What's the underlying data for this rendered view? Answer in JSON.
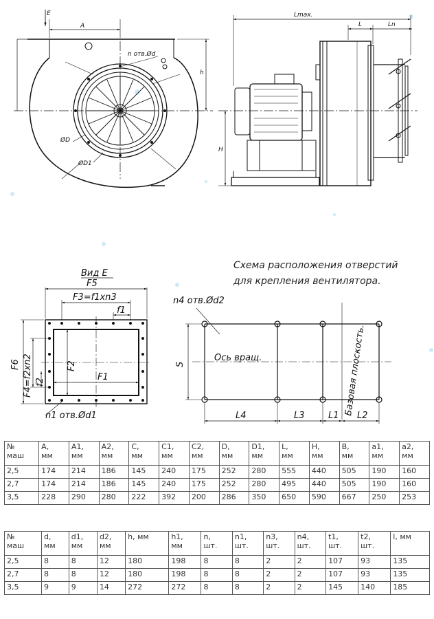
{
  "front_view": {
    "label_E": "E",
    "label_A": "A",
    "label_holes": "n отв.Ød",
    "label_h": "h",
    "label_D": "ØD",
    "label_D1": "ØD1"
  },
  "side_view": {
    "label_Lmax": "Lmax.",
    "label_L": "L",
    "label_Ln": "Ln",
    "label_H": "H"
  },
  "view_e": {
    "title": "Вид E",
    "label_F5": "F5",
    "label_F3": "F3=f1xn3",
    "label_f1": "f1",
    "label_F6": "F6",
    "label_F4": "F4=f2xn2",
    "label_f2": "f2",
    "label_F2": "F2",
    "label_F1": "F1",
    "label_n1": "n1 отв.Ød1"
  },
  "mount_scheme": {
    "caption_line1": "Схема расположения отверстий",
    "caption_line2": "для крепления вентилятора.",
    "label_n4": "n4 отв.Ød2",
    "label_axis": "Ось вращ.",
    "label_base": "Базовая плоскость.",
    "label_S": "S",
    "label_L4": "L4",
    "label_L3": "L3",
    "label_L1": "L1",
    "label_L2": "L2"
  },
  "table1": {
    "headers": [
      [
        "№",
        "маш"
      ],
      [
        "A,",
        "мм"
      ],
      [
        "A1,",
        "мм"
      ],
      [
        "A2,",
        "мм"
      ],
      [
        "C,",
        "мм"
      ],
      [
        "C1,",
        "мм"
      ],
      [
        "C2,",
        "мм"
      ],
      [
        "D,",
        "мм"
      ],
      [
        "D1,",
        "мм"
      ],
      [
        "L,",
        "мм"
      ],
      [
        "H,",
        "мм"
      ],
      [
        "B,",
        "мм"
      ],
      [
        "a1,",
        "мм"
      ],
      [
        "a2,",
        "мм"
      ]
    ],
    "rows": [
      [
        "2,5",
        "174",
        "214",
        "186",
        "145",
        "240",
        "175",
        "252",
        "280",
        "555",
        "440",
        "505",
        "190",
        "160"
      ],
      [
        "2,7",
        "174",
        "214",
        "186",
        "145",
        "240",
        "175",
        "252",
        "280",
        "495",
        "440",
        "505",
        "190",
        "160"
      ],
      [
        "3,5",
        "228",
        "290",
        "280",
        "222",
        "392",
        "200",
        "286",
        "350",
        "650",
        "590",
        "667",
        "250",
        "253"
      ]
    ]
  },
  "table2": {
    "headers": [
      [
        "№",
        "маш"
      ],
      [
        "d,",
        "мм"
      ],
      [
        "d1,",
        "мм"
      ],
      [
        "d2,",
        "мм"
      ],
      [
        "h, мм",
        ""
      ],
      [
        "h1,",
        "мм"
      ],
      [
        "n,",
        "шт."
      ],
      [
        "n1,",
        "шт."
      ],
      [
        "n3,",
        "шт."
      ],
      [
        "n4,",
        "шт."
      ],
      [
        "t1,",
        "шт."
      ],
      [
        "t2,",
        "шт."
      ],
      [
        "l, мм",
        ""
      ]
    ],
    "rows": [
      [
        "2,5",
        "8",
        "8",
        "12",
        "180",
        "198",
        "8",
        "8",
        "2",
        "2",
        "107",
        "93",
        "135"
      ],
      [
        "2,7",
        "8",
        "8",
        "12",
        "180",
        "198",
        "8",
        "8",
        "2",
        "2",
        "107",
        "93",
        "135"
      ],
      [
        "3,5",
        "9",
        "9",
        "14",
        "272",
        "272",
        "8",
        "8",
        "2",
        "2",
        "145",
        "140",
        "185"
      ]
    ]
  }
}
